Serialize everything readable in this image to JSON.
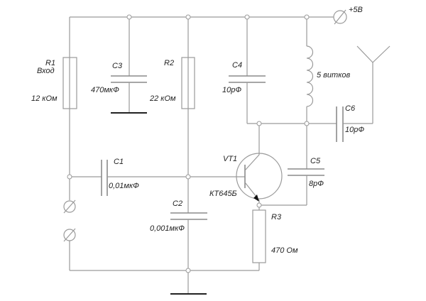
{
  "supply": {
    "label": "+5B"
  },
  "input": {
    "label": "Вход"
  },
  "antenna": {
    "name": "antenna"
  },
  "components": {
    "R1": {
      "ref": "R1",
      "value": "12 кОм"
    },
    "R2": {
      "ref": "R2",
      "value": "22 кОм"
    },
    "R3": {
      "ref": "R3",
      "value": "470 Ом"
    },
    "C1": {
      "ref": "C1",
      "value": "0,01мкФ"
    },
    "C2": {
      "ref": "C2",
      "value": "0,001мкФ"
    },
    "C3": {
      "ref": "C3",
      "value": "470мкФ"
    },
    "C4": {
      "ref": "C4",
      "value": "10рФ"
    },
    "C5": {
      "ref": "C5",
      "value": "8рФ"
    },
    "C6": {
      "ref": "C6",
      "value": "10рФ"
    },
    "L1": {
      "value": "5 витков"
    },
    "VT1": {
      "ref": "VT1",
      "value": "КТ645Б"
    }
  }
}
